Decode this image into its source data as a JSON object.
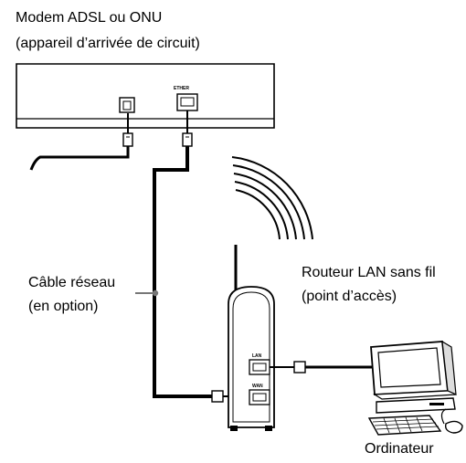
{
  "modem": {
    "line1": "Modem ADSL ou ONU",
    "line2": "(appareil d’arrivée de circuit)",
    "port_label": "ETHER"
  },
  "cable": {
    "line1": "Câble réseau",
    "line2": "(en option)"
  },
  "router": {
    "line1": "Routeur LAN sans fil",
    "line2": "(point d’accès)",
    "lan_label": "LAN",
    "wan_label": "WAN"
  },
  "computer": {
    "label": "Ordinateur"
  },
  "icons": [
    "modem-icon",
    "router-icon",
    "wireless-signal-icon",
    "computer-icon",
    "rj45-plug-icon"
  ]
}
